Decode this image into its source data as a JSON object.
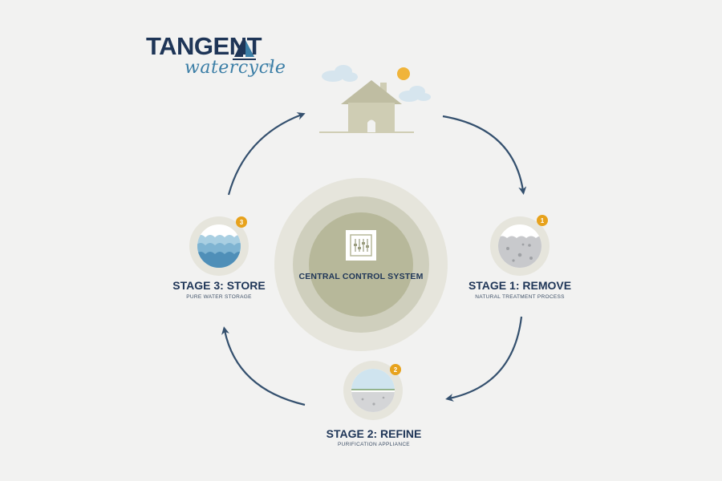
{
  "logo": {
    "brand": "TANGENT",
    "product": "watercycle",
    "trademark": "TM"
  },
  "center": {
    "label": "CENTRAL CONTROL SYSTEM"
  },
  "stages": [
    {
      "number": "1",
      "title": "STAGE 1: REMOVE",
      "subtitle": "NATURAL TREATMENT PROCESS"
    },
    {
      "number": "2",
      "title": "STAGE 2: REFINE",
      "subtitle": "PURIFICATION APPLIANCE"
    },
    {
      "number": "3",
      "title": "STAGE 3: STORE",
      "subtitle": "PURE WATER STORAGE"
    }
  ],
  "colors": {
    "background": "#f2f2f1",
    "navy": "#1e3557",
    "arrow": "#34506e",
    "ring_outer": "#e6e5dc",
    "ring_mid": "#cfcfbd",
    "ring_inner": "#b7b89a",
    "badge": "#e7a21c",
    "water_blue": "#5e9ec2",
    "house": "#cfcdb4",
    "sun": "#f0b43a"
  },
  "icons": [
    "house-icon",
    "sun-icon",
    "cloud-icon",
    "control-panel-icon",
    "waves-icon",
    "soil-icon",
    "filter-icon",
    "sailboat-icon"
  ]
}
